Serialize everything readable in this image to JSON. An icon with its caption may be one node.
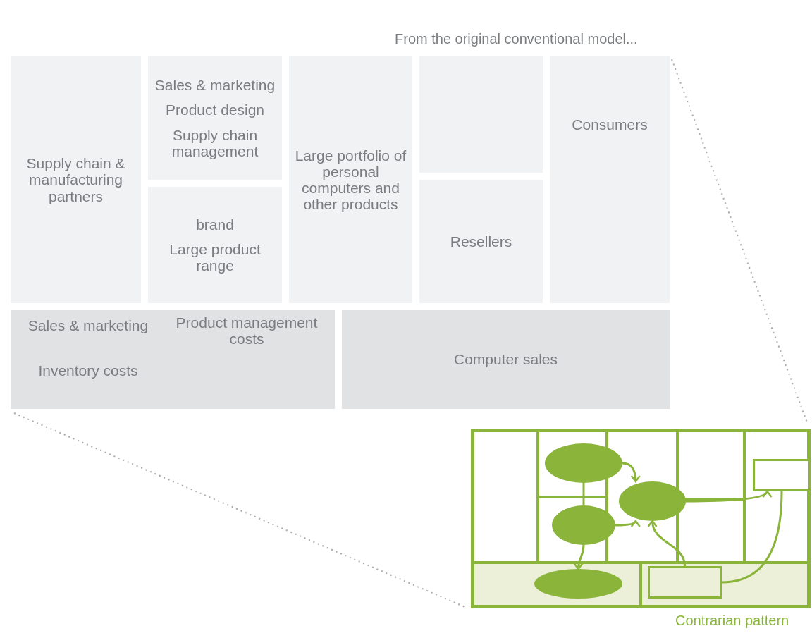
{
  "diagram": {
    "nodes": [
      {
        "text": [
          "Supply chain & manufacturing partners"
        ]
      },
      {
        "text": [
          "Sales & marketing",
          "Product design",
          "Supply chain management"
        ]
      },
      {
        "text": [
          "brand",
          "Large product range"
        ]
      },
      {
        "text": [
          "Large portfolio of personal computers and other products"
        ]
      },
      {
        "text": [],
        "shape": "box"
      },
      {
        "text": [
          "Resellers"
        ]
      },
      {
        "text": [
          "Consumers"
        ]
      },
      {
        "text": [
          "Sales & marketing",
          "Product management costs",
          "Inventory costs"
        ]
      },
      {
        "text": [
          "Computer sales"
        ]
      },
      {
        "text": [],
        "shape": "box",
        "beside": [
          "Contrarian pattern"
        ]
      },
      {
        "text": [],
        "shape": "ellipse",
        "in": 9
      },
      {
        "text": [],
        "shape": "ellipse",
        "in": 9
      },
      {
        "text": [],
        "shape": "box",
        "in": 9
      },
      {
        "text": [],
        "shape": "ellipse",
        "in": 9
      },
      {
        "text": [],
        "shape": "ellipse",
        "in": 9
      },
      {
        "text": [],
        "shape": "box",
        "in": 9
      }
    ],
    "edges": [
      {
        "from": 10,
        "to": 11,
        "arrow": "to"
      },
      {
        "from": 10,
        "to": 13,
        "arrow": "none"
      },
      {
        "from": 13,
        "to": 14,
        "arrow": "to"
      },
      {
        "from": 13,
        "to": 11,
        "arrow": "to"
      },
      {
        "from": 11,
        "to": 12,
        "arrow": "to"
      },
      {
        "from": 15,
        "to": 11,
        "arrow": "to"
      },
      {
        "from": 12,
        "to": 15,
        "arrow": "none"
      }
    ],
    "labels": [
      "From the original conventional model..."
    ]
  }
}
